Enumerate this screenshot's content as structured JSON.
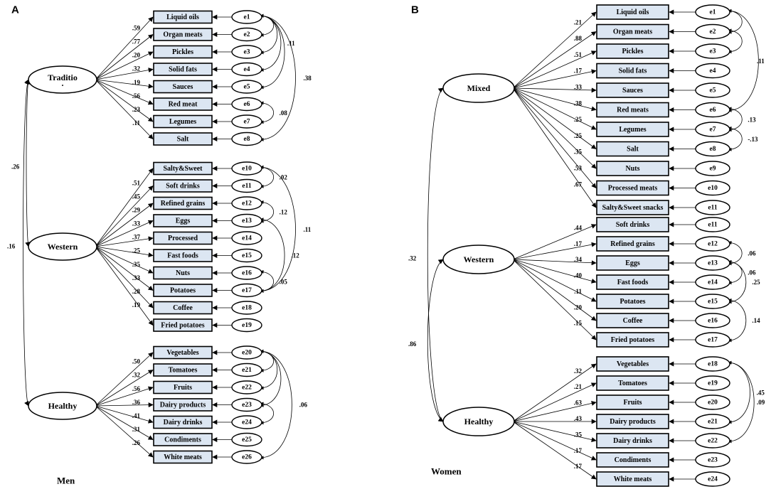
{
  "panels": [
    {
      "letter": "A",
      "group": "Men",
      "factors": [
        {
          "name": "Traditio",
          "name2": "·",
          "items": [
            {
              "label": "Liquid oils",
              "loading": ".59",
              "error": "e1"
            },
            {
              "label": "Organ meats",
              "loading": ".77",
              "error": "e2"
            },
            {
              "label": "Pickles",
              "loading": ".20",
              "error": "e3"
            },
            {
              "label": "Solid fats",
              "loading": ".32",
              "error": "e4"
            },
            {
              "label": "Sauces",
              "loading": ".19",
              "error": "e5"
            },
            {
              "label": "Red meat",
              "loading": ".56",
              "error": "e6"
            },
            {
              "label": "Legumes",
              "loading": ".23",
              "error": "e7"
            },
            {
              "label": "Salt",
              "loading": ".11",
              "error": "e8"
            }
          ]
        },
        {
          "name": "Western",
          "items": [
            {
              "label": "Salty&Sweet",
              "loading": ".51",
              "error": "e10",
              "small": true
            },
            {
              "label": "Soft drinks",
              "loading": ".45",
              "error": "e11"
            },
            {
              "label": "Refined grains",
              "loading": ".29",
              "error": "e12"
            },
            {
              "label": "Eggs",
              "loading": ".33",
              "error": "e13"
            },
            {
              "label": "Processed",
              "loading": ".37",
              "error": "e14"
            },
            {
              "label": "Fast foods",
              "loading": ".25",
              "error": "e15"
            },
            {
              "label": "Nuts",
              "loading": ".35",
              "error": "e16"
            },
            {
              "label": "Potatoes",
              "loading": ".33",
              "error": "e17"
            },
            {
              "label": "Coffee",
              "loading": ".28",
              "error": "e18"
            },
            {
              "label": "Fried potatoes",
              "loading": ".19",
              "error": "e19"
            }
          ]
        },
        {
          "name": "Healthy",
          "items": [
            {
              "label": "Vegetables",
              "loading": ".50",
              "error": "e20"
            },
            {
              "label": "Tomatoes",
              "loading": ".32",
              "error": "e21"
            },
            {
              "label": "Fruits",
              "loading": ".56",
              "error": "e22"
            },
            {
              "label": "Dairy products",
              "loading": ".36",
              "error": "e23"
            },
            {
              "label": "Dairy drinks",
              "loading": ".41",
              "error": "e24"
            },
            {
              "label": "Condiments",
              "loading": ".31",
              "error": "e25"
            },
            {
              "label": "White meats",
              "loading": ".26",
              "error": "e26"
            }
          ]
        }
      ],
      "factor_correlations": [
        {
          "from": 0,
          "to": 1,
          "value": ".26"
        },
        {
          "from": 0,
          "to": 2,
          "value": ".16"
        }
      ],
      "error_correlations": [
        {
          "a": "e1",
          "b": "e2",
          "value": ""
        },
        {
          "a": "e1",
          "b": "e3",
          "value": ""
        },
        {
          "a": "e1",
          "b": "e4",
          "value": ".11"
        },
        {
          "a": "e1",
          "b": "e5",
          "value": ""
        },
        {
          "a": "e1",
          "b": "e8",
          "value": ".38"
        },
        {
          "a": "e6",
          "b": "e7",
          "value": ".08"
        },
        {
          "a": "e10",
          "b": "e11",
          "value": ".02"
        },
        {
          "a": "e12",
          "b": "e13",
          "value": ".12"
        },
        {
          "a": "e13",
          "b": "e17",
          "value": ".12"
        },
        {
          "a": "e10",
          "b": "e17",
          "value": ".11"
        },
        {
          "a": "e16",
          "b": "e17",
          "value": ".05"
        },
        {
          "a": "e20",
          "b": "e21",
          "value": ""
        },
        {
          "a": "e20",
          "b": "e22",
          "value": ""
        },
        {
          "a": "e20",
          "b": "e23",
          "value": ""
        },
        {
          "a": "e23",
          "b": "e24",
          "value": ""
        },
        {
          "a": "e20",
          "b": "e26",
          "value": ".06"
        }
      ]
    },
    {
      "letter": "B",
      "group": "Women",
      "factors": [
        {
          "name": "Mixed",
          "items": [
            {
              "label": "Liquid oils",
              "loading": ".21",
              "error": "e1"
            },
            {
              "label": "Organ meats",
              "loading": ".88",
              "error": "e2"
            },
            {
              "label": "Pickles",
              "loading": ".51",
              "error": "e3"
            },
            {
              "label": "Solid fats",
              "loading": ".17",
              "error": "e4"
            },
            {
              "label": "Sauces",
              "loading": ".33",
              "error": "e5"
            },
            {
              "label": "Red meats",
              "loading": ".38",
              "error": "e6"
            },
            {
              "label": "Legumes",
              "loading": ".25",
              "error": "e7"
            },
            {
              "label": "Salt",
              "loading": ".25",
              "error": "e8"
            },
            {
              "label": "Nuts",
              "loading": ".35",
              "error": "e9"
            },
            {
              "label": "Processed meats",
              "loading": ".53",
              "error": "e10"
            },
            {
              "label": "Salty&Sweet snacks",
              "loading": ".67",
              "error": "e11",
              "small": true
            }
          ]
        },
        {
          "name": "Western",
          "items": [
            {
              "label": "Soft drinks",
              "loading": ".44",
              "error": "e11"
            },
            {
              "label": "Refined grains",
              "loading": ".17",
              "error": "e12"
            },
            {
              "label": "Eggs",
              "loading": ".34",
              "error": "e13"
            },
            {
              "label": "Fast foods",
              "loading": ".40",
              "error": "e14"
            },
            {
              "label": "Potatoes",
              "loading": ".11",
              "error": "e15"
            },
            {
              "label": "Coffee",
              "loading": ".20",
              "error": "e16",
              "small": true
            },
            {
              "label": "Fried potatoes",
              "loading": ".15",
              "error": "e17"
            }
          ]
        },
        {
          "name": "Healthy",
          "items": [
            {
              "label": "Vegetables",
              "loading": ".32",
              "error": "e18"
            },
            {
              "label": "Tomatoes",
              "loading": ".21",
              "error": "e19"
            },
            {
              "label": "Fruits",
              "loading": ".63",
              "error": "e20"
            },
            {
              "label": "Dairy products",
              "loading": ".43",
              "error": "e21"
            },
            {
              "label": "Dairy drinks",
              "loading": ".35",
              "error": "e22"
            },
            {
              "label": "Condiments",
              "loading": ".17",
              "error": "e23"
            },
            {
              "label": "White meats",
              "loading": ".17",
              "error": "e24"
            }
          ]
        }
      ],
      "factor_correlations": [
        {
          "from": 0,
          "to": 2,
          "value": ".32"
        },
        {
          "from": 1,
          "to": 2,
          "value": ".86"
        }
      ],
      "error_correlations": [
        {
          "a": "e1",
          "b": "e2",
          "value": ""
        },
        {
          "a": "e2",
          "b": "e3",
          "value": ""
        },
        {
          "a": "e1",
          "b": "e6",
          "value": ".11"
        },
        {
          "a": "e6",
          "b": "e7",
          "value": ".13"
        },
        {
          "a": "e7",
          "b": "e8",
          "value": "-.13"
        },
        {
          "a": "e12",
          "b": "e13",
          "value": ".06"
        },
        {
          "a": "e13",
          "b": "e14",
          "value": ".06"
        },
        {
          "a": "e13",
          "b": "e15",
          "value": ".25"
        },
        {
          "a": "e15",
          "b": "e17",
          "value": ".14"
        },
        {
          "a": "e18",
          "b": "e21",
          "value": ".45"
        },
        {
          "a": "e18",
          "b": "e22",
          "value": ".09"
        }
      ]
    }
  ]
}
